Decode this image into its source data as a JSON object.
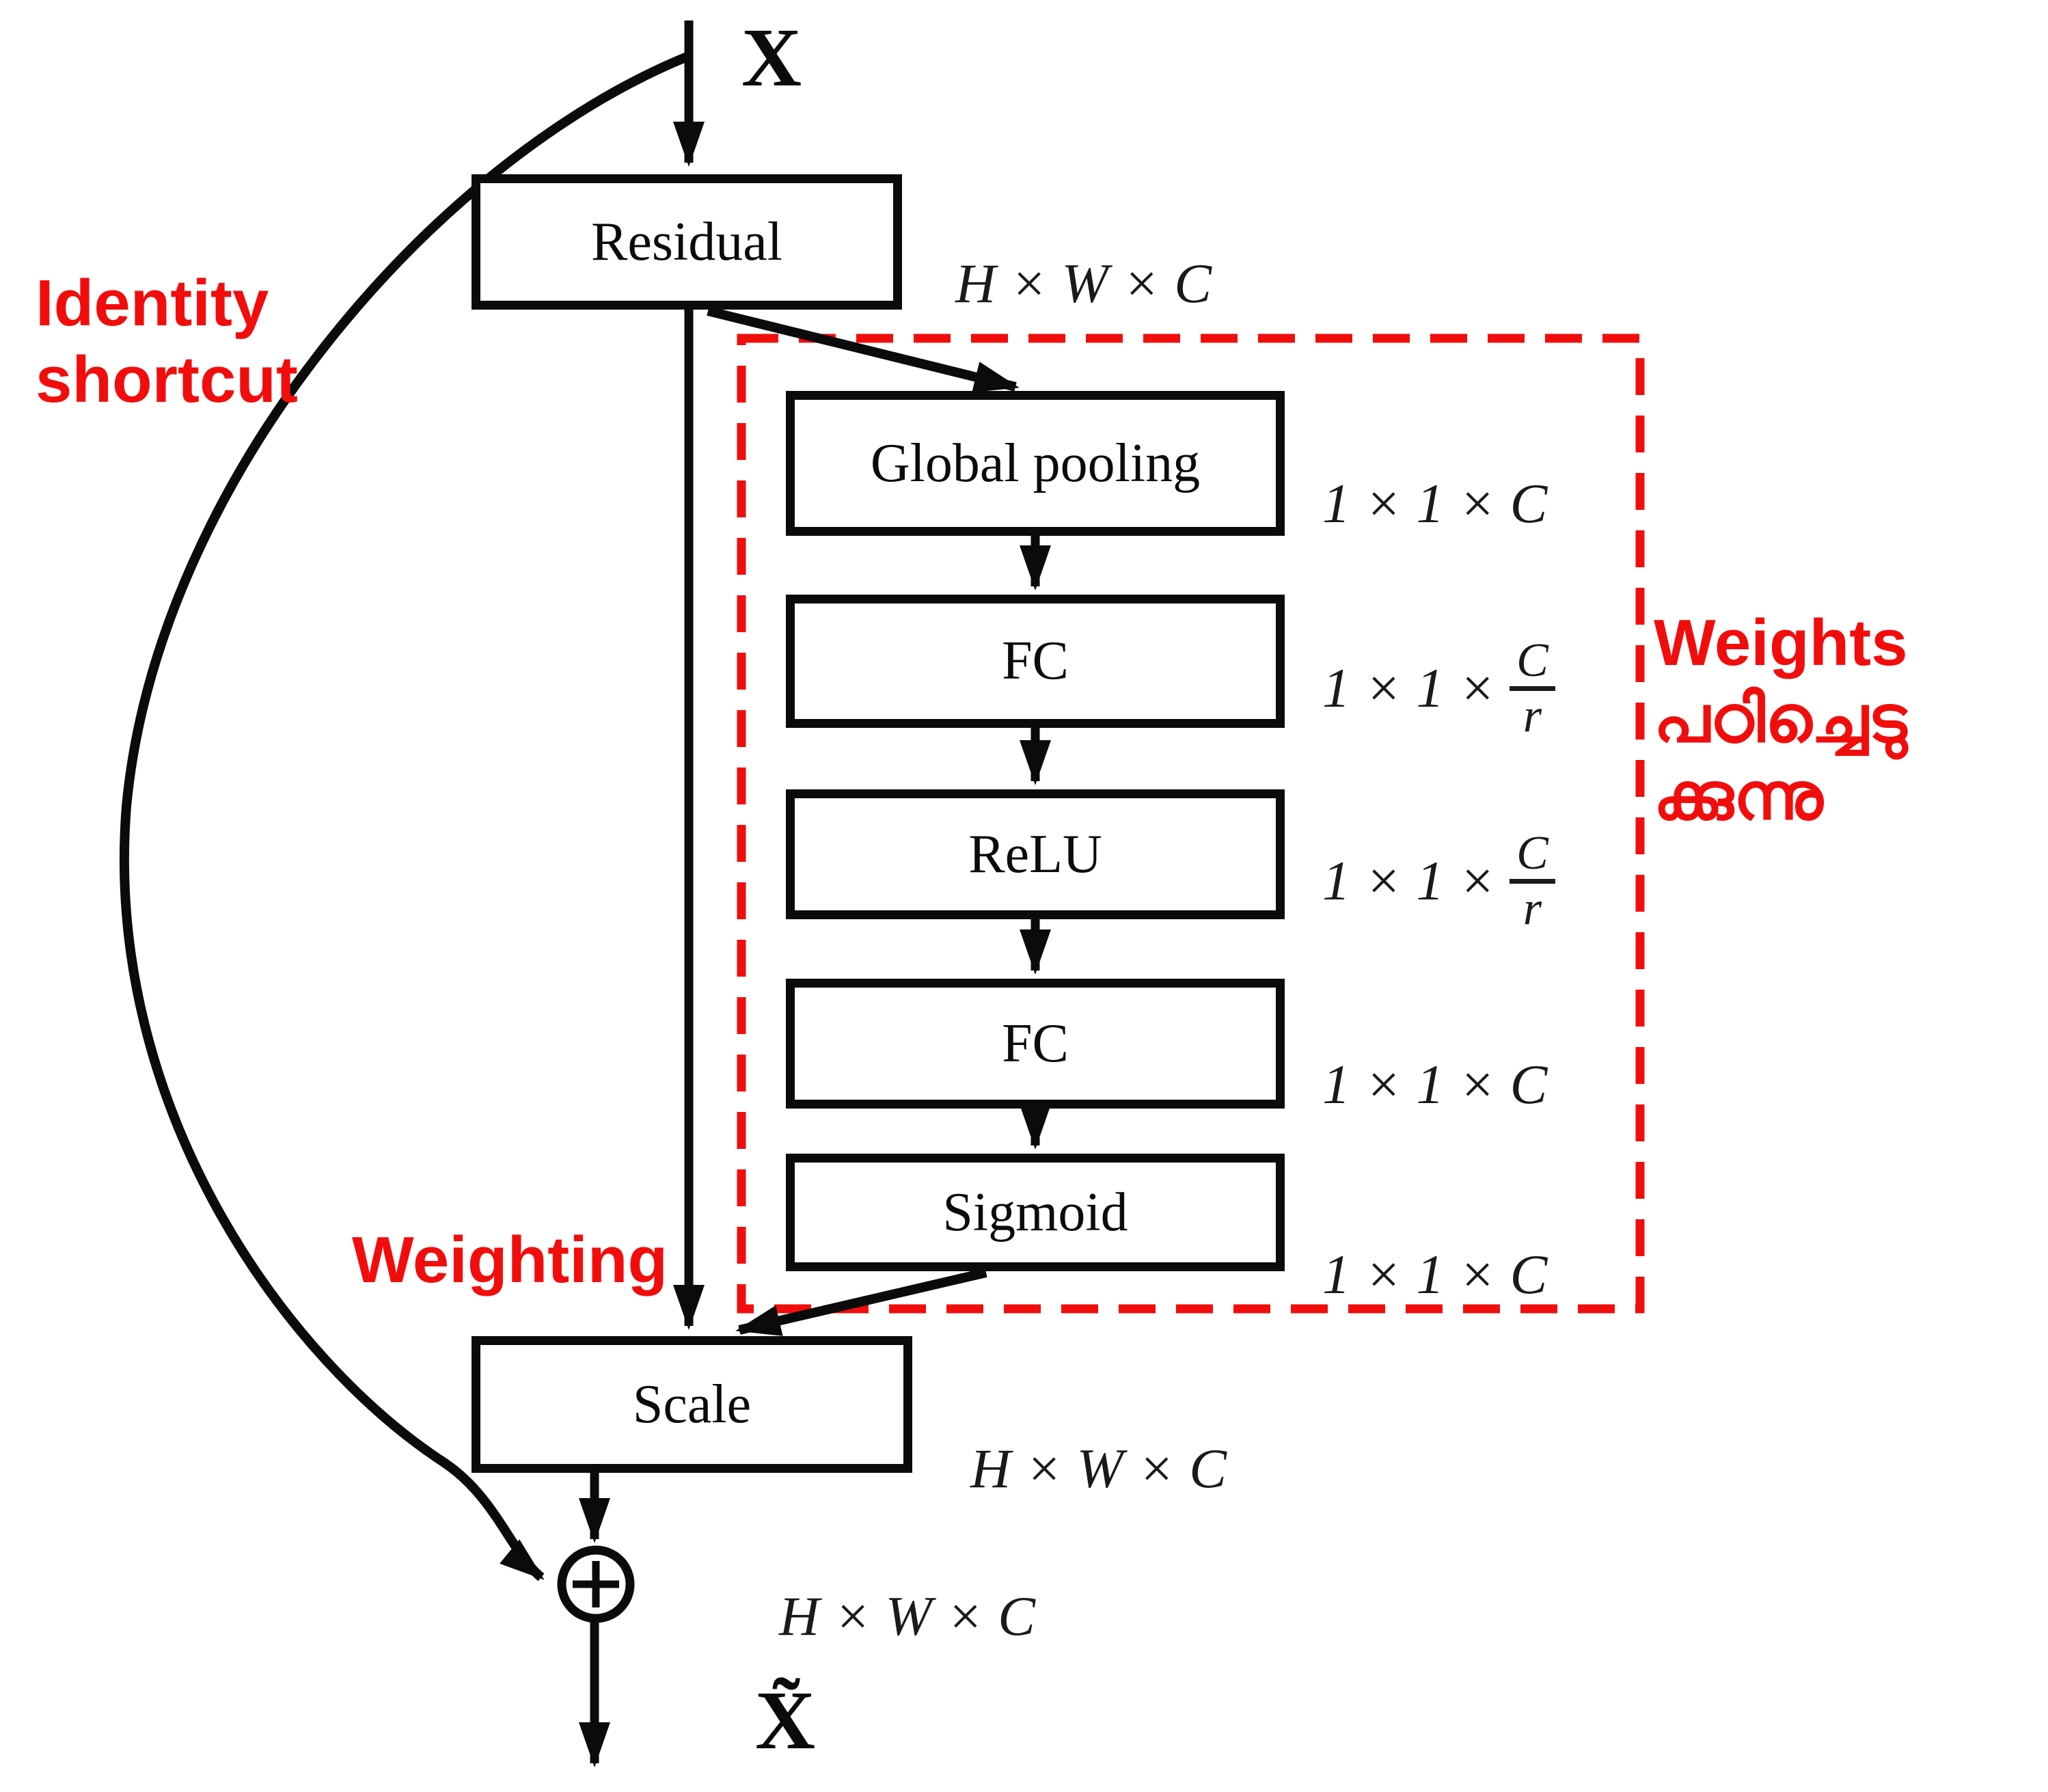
{
  "colors": {
    "accent_red": "#f20d0d",
    "ink": "#0b0b0b"
  },
  "labels": {
    "input": "X",
    "output": "X̃",
    "identity_line1": "Identity",
    "identity_line2": "shortcut",
    "weighting": "Weighting",
    "weights_line1": "Weights",
    "weights_line2": "പഠിച്ചെടു",
    "weights_line3": "ക്കുന്നു"
  },
  "nodes": {
    "residual": "Residual",
    "global_pooling": "Global pooling",
    "fc1": "FC",
    "relu": "ReLU",
    "fc2": "FC",
    "sigmoid": "Sigmoid",
    "scale": "Scale"
  },
  "dims": {
    "residual": "H × W × C",
    "global_pooling": "1 × 1 × C",
    "fc1": {
      "prefix": "1 × 1 ×",
      "numerator": "C",
      "denominator": "r"
    },
    "relu": {
      "prefix": "1 × 1 ×",
      "numerator": "C",
      "denominator": "r"
    },
    "fc2": "1 × 1 × C",
    "sigmoid": "1 × 1 × C",
    "scale": "H × W × C",
    "sum": "H × W × C"
  },
  "icons": {
    "sum_operator": "plus-icon"
  }
}
